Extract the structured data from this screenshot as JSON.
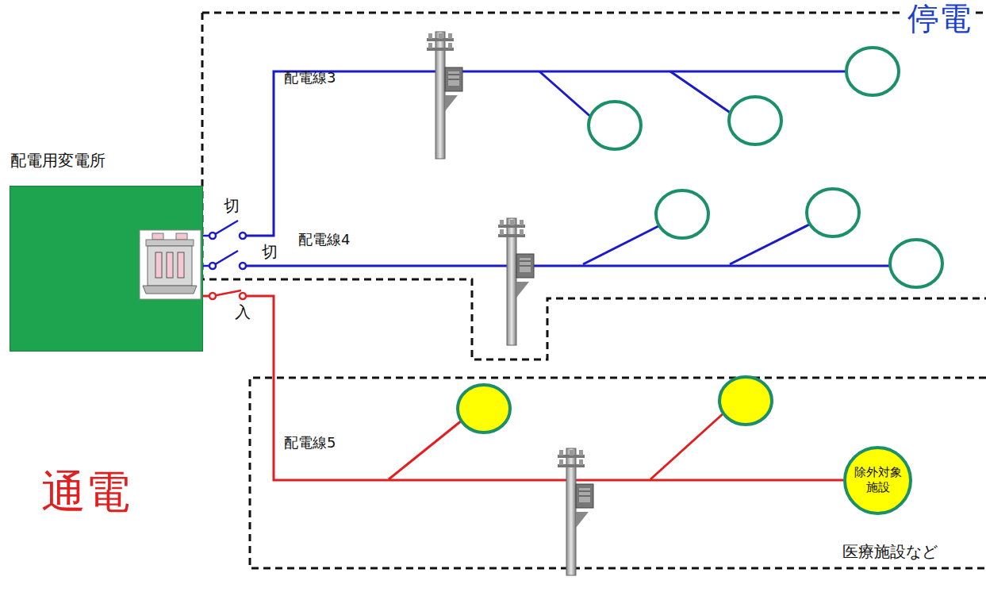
{
  "diagram": {
    "nodes": [
      {
        "text": [
          "配電用変電所"
        ]
      },
      {
        "text": [
          "除外対象施設"
        ]
      }
    ],
    "edges": [
      {
        "from": 0,
        "to": 1,
        "arrow": "none"
      }
    ],
    "labels": [
      "停電",
      "配電線3",
      "切",
      "切",
      "配電線4",
      "入",
      "配電線5",
      "通電",
      "医療施設など"
    ]
  }
}
